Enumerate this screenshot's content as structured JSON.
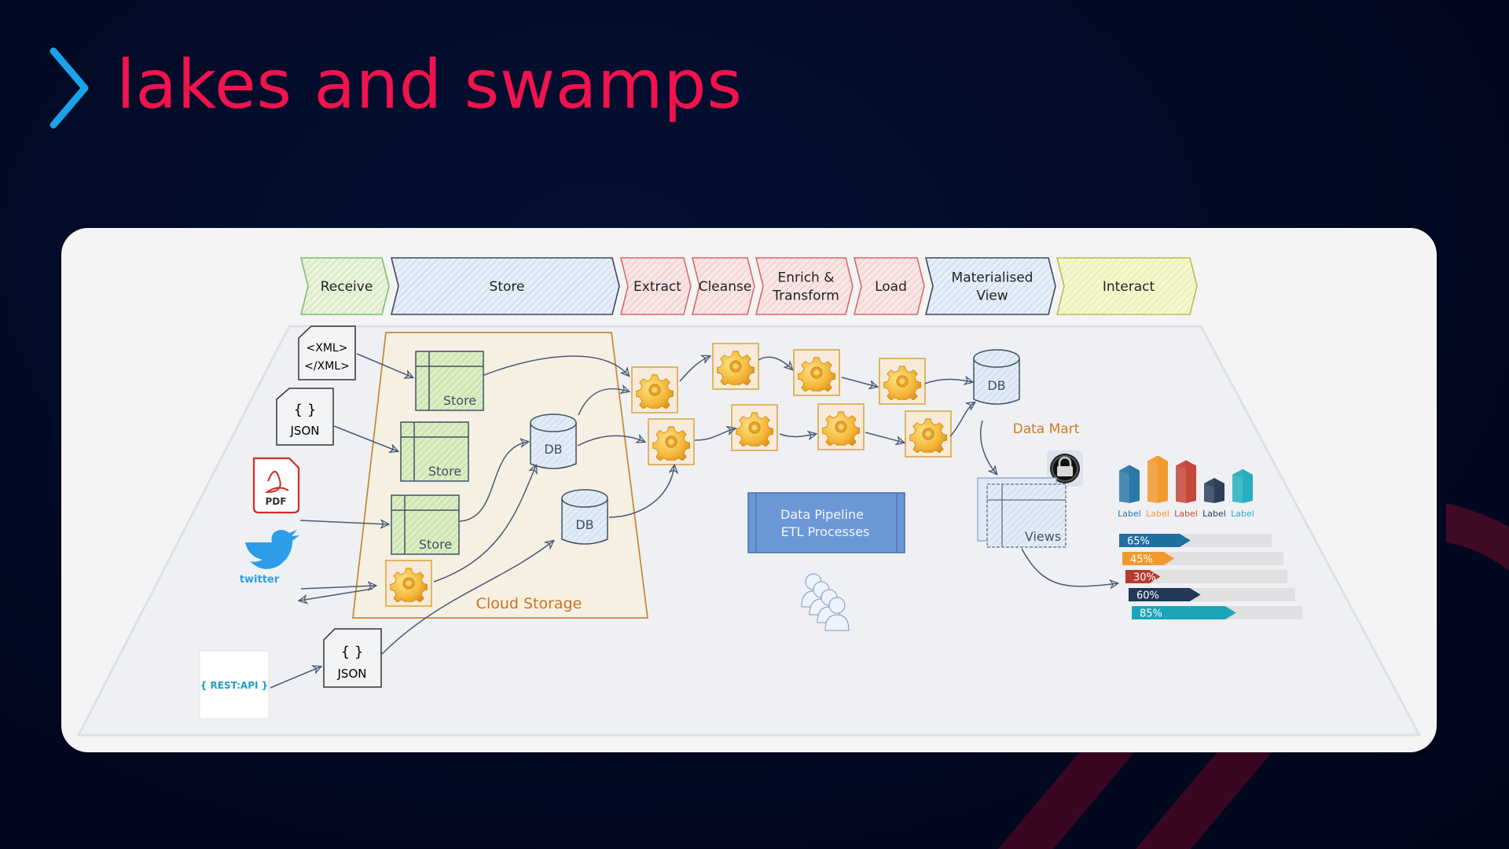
{
  "slide": {
    "title": "lakes and swamps",
    "colors": {
      "title": "#f0134d",
      "chevron": "#1aa3e8",
      "background": "#020a24",
      "card": "#f4f4f4"
    }
  },
  "stages": [
    {
      "label_lines": [
        "Receive"
      ],
      "color": "green"
    },
    {
      "label_lines": [
        "Store"
      ],
      "color": "blue"
    },
    {
      "label_lines": [
        "Extract"
      ],
      "color": "red"
    },
    {
      "label_lines": [
        "Cleanse"
      ],
      "color": "red"
    },
    {
      "label_lines": [
        "Enrich &",
        "Transform"
      ],
      "color": "red"
    },
    {
      "label_lines": [
        "Load"
      ],
      "color": "red"
    },
    {
      "label_lines": [
        "Materialised",
        "View"
      ],
      "color": "blue"
    },
    {
      "label_lines": [
        "Interact"
      ],
      "color": "yellow"
    }
  ],
  "sources": {
    "xml": {
      "line1": "<XML>",
      "line2": "</XML>"
    },
    "json1": {
      "braces": "{ }",
      "label": "JSON"
    },
    "pdf": {
      "label": "PDF"
    },
    "twitter": {
      "label": "twitter"
    },
    "restapi": {
      "label": "{ REST:API }"
    },
    "json2": {
      "braces": "{ }",
      "label": "JSON"
    }
  },
  "cloud_storage": {
    "label": "Cloud Storage",
    "stores": [
      "Store",
      "Store",
      "Store"
    ],
    "dbs": [
      "DB",
      "DB"
    ]
  },
  "pipeline": {
    "box_line1": "Data Pipeline",
    "box_line2": "ETL Processes"
  },
  "data_mart": {
    "label": "Data Mart",
    "db": "DB",
    "views": "Views"
  },
  "interact_charts": {
    "bar_labels": [
      "Label",
      "Label",
      "Label",
      "Label",
      "Label"
    ],
    "bar_colors": [
      "#2a78a8",
      "#f29a2e",
      "#c4483a",
      "#2b3f5c",
      "#26b0bf"
    ],
    "bar_heights": [
      0.62,
      0.78,
      0.7,
      0.4,
      0.55
    ],
    "progress": [
      {
        "label": "65%",
        "value": 65,
        "color": "#1f6fa0"
      },
      {
        "label": "45%",
        "value": 45,
        "color": "#f29a2e"
      },
      {
        "label": "30%",
        "value": 30,
        "color": "#b73a2e"
      },
      {
        "label": "60%",
        "value": 60,
        "color": "#213856"
      },
      {
        "label": "85%",
        "value": 85,
        "color": "#1aa6b8"
      }
    ]
  }
}
